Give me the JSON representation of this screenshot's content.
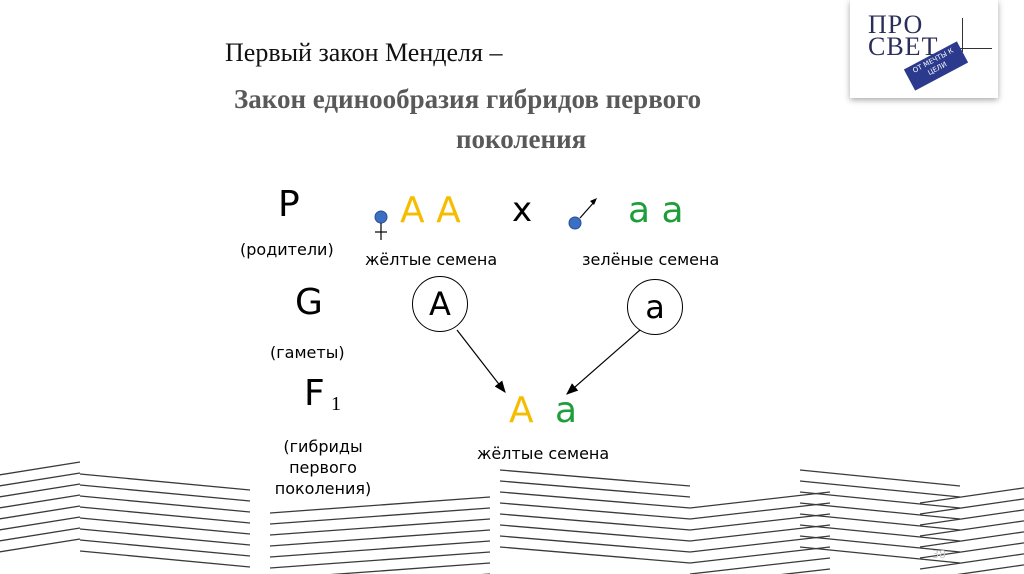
{
  "title": {
    "line1": "Первый закон Менделя –",
    "line2": "Закон единообразия гибридов первого",
    "line3": "поколения"
  },
  "rows": {
    "p_symbol": "P",
    "p_caption": "(родители)",
    "g_symbol": "G",
    "g_caption": "(гаметы)",
    "f_symbol": "F",
    "f_subscript": "1",
    "f_caption_1": "(гибриды",
    "f_caption_2": "первого",
    "f_caption_3": "поколения)"
  },
  "parents": {
    "female_genotype": "А А",
    "cross_sign": "х",
    "male_genotype": "а а",
    "female_trait": "жёлтые семена",
    "male_trait": "зелёные семена"
  },
  "gametes": {
    "female": "А",
    "male": "а"
  },
  "offspring": {
    "allele_dominant": "А",
    "allele_recessive": "а",
    "trait": "жёлтые семена"
  },
  "logo": {
    "line1": "ПРО",
    "line2": "СВЕТ",
    "stamp": "ОТ МЕЧТЫ К ЦЕЛИ"
  },
  "page_number": "38",
  "colors": {
    "dominant": "#f5bd00",
    "recessive": "#1e9e3a",
    "symbol_blue": "#3b6fc4",
    "title_grey": "#595959"
  }
}
